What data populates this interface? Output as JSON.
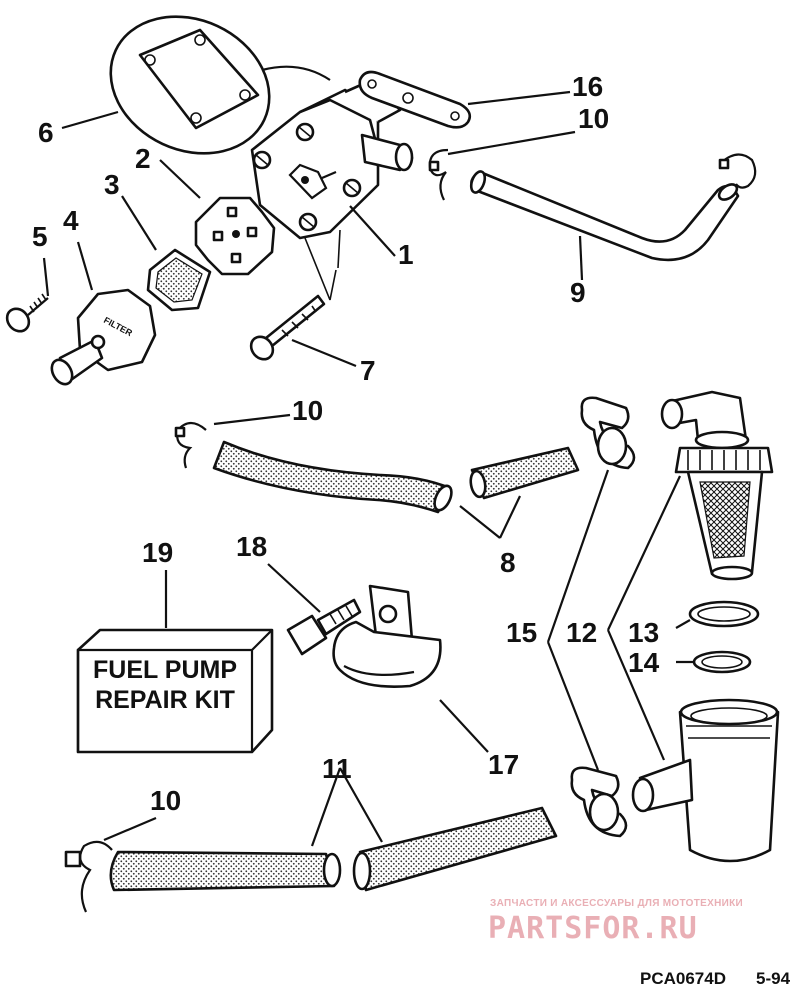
{
  "diagram": {
    "callouts": {
      "c1": "1",
      "c2": "2",
      "c3": "3",
      "c4": "4",
      "c5": "5",
      "c6": "6",
      "c7": "7",
      "c8": "8",
      "c9": "9",
      "c10a": "10",
      "c10b": "10",
      "c10c": "10",
      "c11": "11",
      "c12": "12",
      "c13": "13",
      "c14": "14",
      "c15": "15",
      "c16": "16",
      "c17": "17",
      "c18": "18",
      "c19": "19"
    },
    "kit_label_line1": "FUEL PUMP",
    "kit_label_line2": "REPAIR KIT",
    "filter_label": "FILTER",
    "part_code": "PCA0674D",
    "page_code": "5-94"
  },
  "watermark": {
    "tagline": "ЗАПЧАСТИ И АКСЕССУАРЫ ДЛЯ МОТОТЕХНИКИ",
    "brand": "PARTSFOR.RU",
    "color": "#e7a7ad"
  }
}
